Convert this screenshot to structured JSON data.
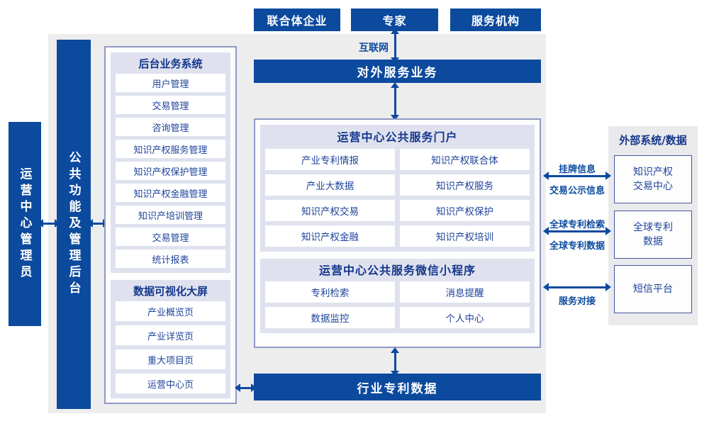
{
  "top_actors": [
    {
      "label": "联合体企业"
    },
    {
      "label": "专家"
    },
    {
      "label": "服务机构"
    }
  ],
  "internet": {
    "label": "互联网"
  },
  "bars": {
    "external_service": "对外服务业务",
    "industry_patent_data": "行业专利数据"
  },
  "left_rail": {
    "operator": "运营中心管理员",
    "backend": "公共功能及管理后台"
  },
  "backend_panel": {
    "title": "后台业务系统",
    "items": [
      "用户管理",
      "交易管理",
      "咨询管理",
      "知识产权服务管理",
      "知识产权保护管理",
      "知识产权金融管理",
      "知识产培训管理",
      "交易管理",
      "统计报表"
    ]
  },
  "dashboard_panel": {
    "title": "数据可视化大屏",
    "items": [
      "产业概览页",
      "产业详览页",
      "重大项目页",
      "运营中心页"
    ]
  },
  "portal_panel": {
    "title": "运营中心公共服务门户",
    "items": [
      "产业专利情报",
      "知识产权联合体",
      "产业大数据",
      "知识产权服务",
      "知识产权交易",
      "知识产权保护",
      "知识产权金融",
      "知识产权培训"
    ]
  },
  "miniprogram_panel": {
    "title": "运营中心公共服务微信小程序",
    "items": [
      "专利检索",
      "消息提醒",
      "数据监控",
      "个人中心"
    ]
  },
  "external_panel": {
    "title": "外部系统/数据",
    "boxes": [
      {
        "line1": "知识产权",
        "line2": "交易中心"
      },
      {
        "line1": "全球专利",
        "line2": "数据"
      },
      {
        "line1": "短信平台",
        "line2": ""
      }
    ]
  },
  "link_labels": {
    "listing_info": "挂牌信息",
    "trade_publicity": "交易公示信息",
    "global_patent_search": "全球专利检索",
    "global_patent_data": "全球专利数据",
    "service_connect": "服务对接"
  },
  "colors": {
    "primary_blue": "#0c4a9e",
    "panel_lavender": "#dfe2ee",
    "canvas_gray": "#ededee",
    "external_gray": "#eaeaec",
    "header_navy": "#14368c",
    "item_text_blue": "#1e439a"
  }
}
